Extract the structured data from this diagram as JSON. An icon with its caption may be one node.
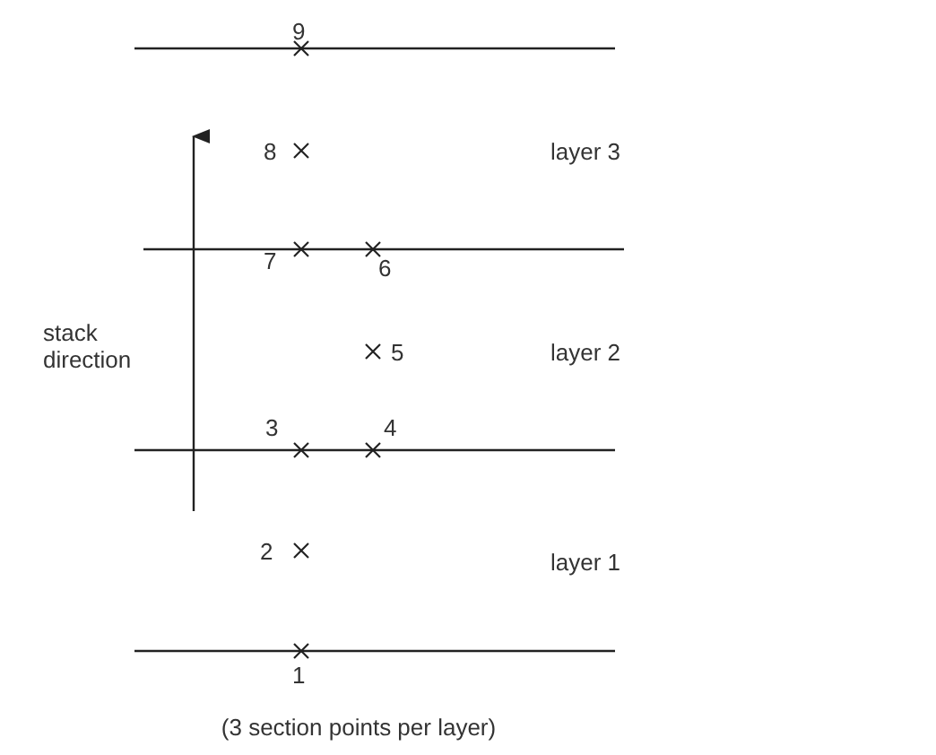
{
  "diagram": {
    "labels": [
      "9",
      "8",
      "layer 3",
      "7",
      "6",
      "stack direction",
      "5",
      "layer 2",
      "3",
      "4",
      "2",
      "layer 1",
      "1",
      "(3 section points per layer)"
    ]
  }
}
